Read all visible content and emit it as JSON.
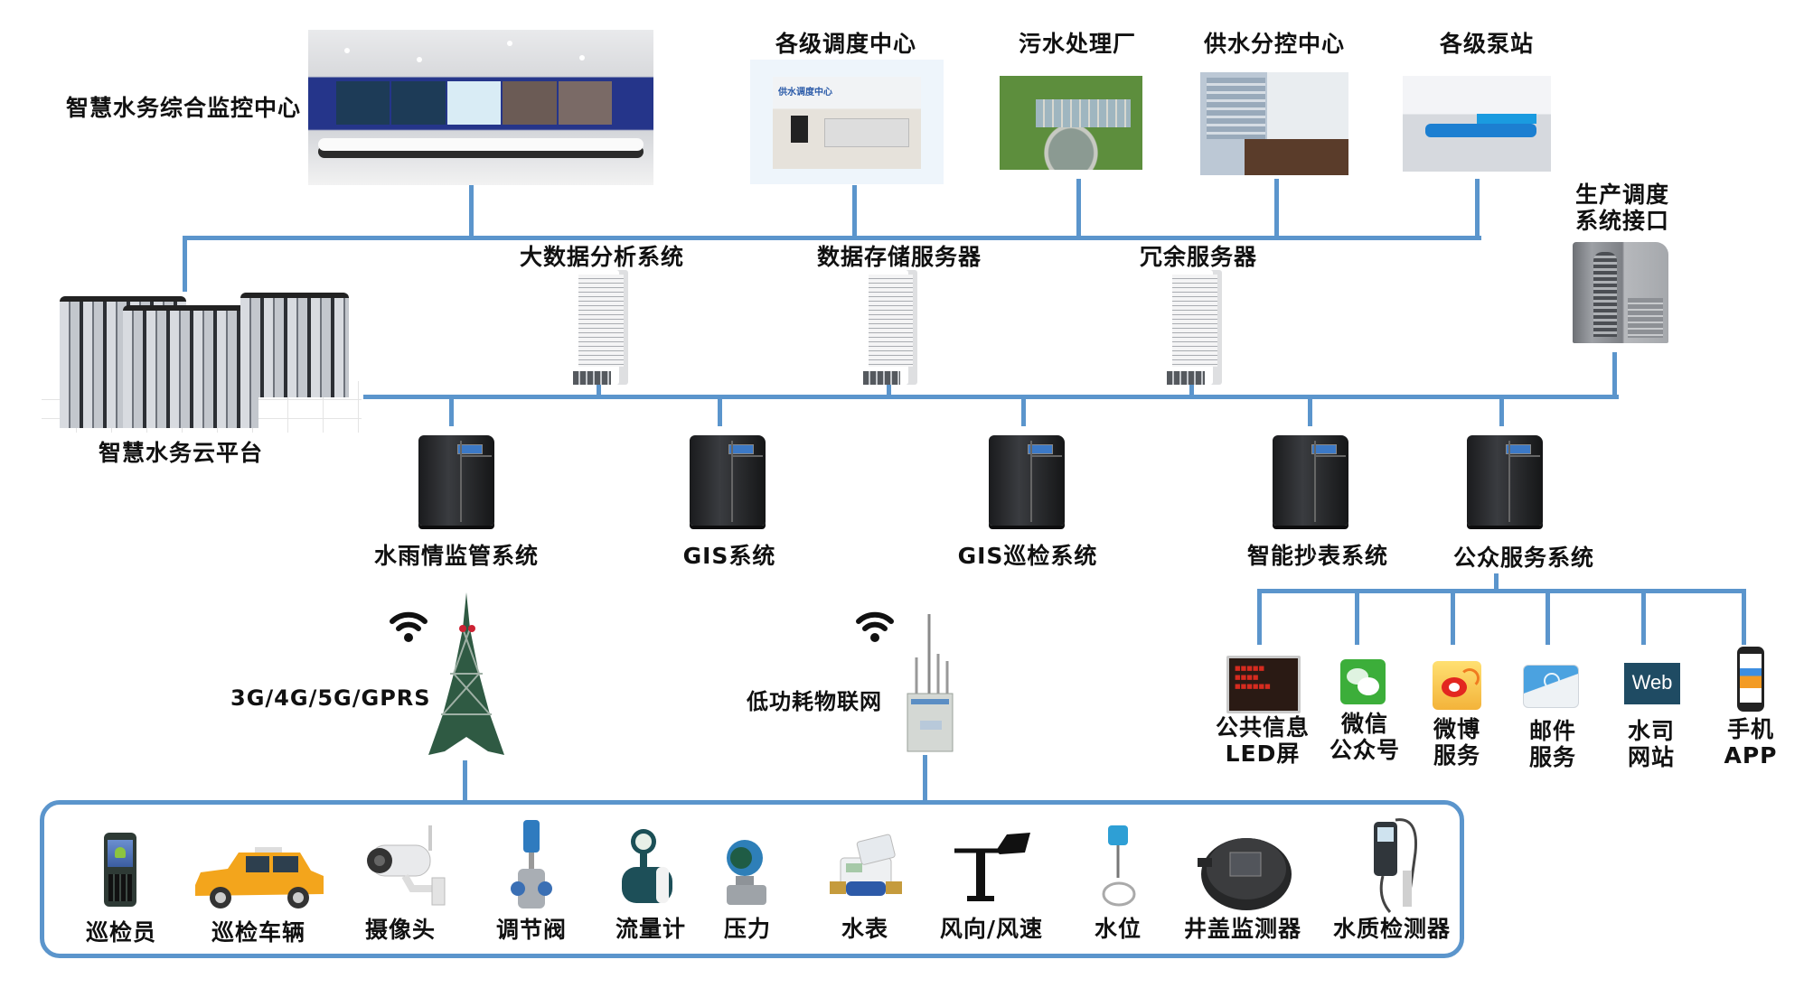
{
  "title_labels": {
    "monitoring_center": "智慧水务综合监控中心",
    "cloud_platform": "智慧水务云平台"
  },
  "top_sites": [
    {
      "label": "各级调度中心",
      "image": "dispatch-office-photo"
    },
    {
      "label": "污水处理厂",
      "image": "sewage-plant-photo"
    },
    {
      "label": "供水分控中心",
      "image": "sub-control-room-photo"
    },
    {
      "label": "各级泵站",
      "image": "pump-station-photo"
    }
  ],
  "core_servers": [
    {
      "label": "大数据分析系统"
    },
    {
      "label": "数据存储服务器"
    },
    {
      "label": "冗余服务器"
    }
  ],
  "production_interface": {
    "line1": "生产调度",
    "line2": "系统接口"
  },
  "subsystems": [
    {
      "label": "水雨情监管系统"
    },
    {
      "label": "GIS系统"
    },
    {
      "label": "GIS巡检系统"
    },
    {
      "label": "智能抄表系统"
    },
    {
      "label": "公众服务系统"
    }
  ],
  "public_services": [
    {
      "line1": "公共信息",
      "line2": "LED屏",
      "icon": "led-screen-icon"
    },
    {
      "line1": "微信",
      "line2": "公众号",
      "icon": "wechat-icon"
    },
    {
      "line1": "微博",
      "line2": "服务",
      "icon": "weibo-icon"
    },
    {
      "line1": "邮件",
      "line2": "服务",
      "icon": "email-icon"
    },
    {
      "line1": "水司",
      "line2": "网站",
      "icon": "web-icon",
      "badge": "Web"
    },
    {
      "line1": "手机",
      "line2": "APP",
      "icon": "mobile-app-icon"
    }
  ],
  "networks": {
    "cellular": "3G/4G/5G/GPRS",
    "lpwan": "低功耗物联网"
  },
  "field_devices": [
    {
      "label": "巡检员",
      "icon": "handheld-terminal-icon"
    },
    {
      "label": "巡检车辆",
      "icon": "patrol-vehicle-icon"
    },
    {
      "label": "摄像头",
      "icon": "camera-icon"
    },
    {
      "label": "调节阀",
      "icon": "control-valve-icon"
    },
    {
      "label": "流量计",
      "icon": "flow-meter-icon"
    },
    {
      "label": "压力",
      "icon": "pressure-transmitter-icon"
    },
    {
      "label": "水表",
      "icon": "water-meter-icon"
    },
    {
      "label": "风向/风速",
      "icon": "wind-vane-icon"
    },
    {
      "label": "水位",
      "icon": "water-level-sensor-icon"
    },
    {
      "label": "井盖监测器",
      "icon": "manhole-monitor-icon"
    },
    {
      "label": "水质检测器",
      "icon": "water-quality-meter-icon"
    }
  ],
  "colors": {
    "connector": "#5b95cc",
    "text": "#111111"
  }
}
